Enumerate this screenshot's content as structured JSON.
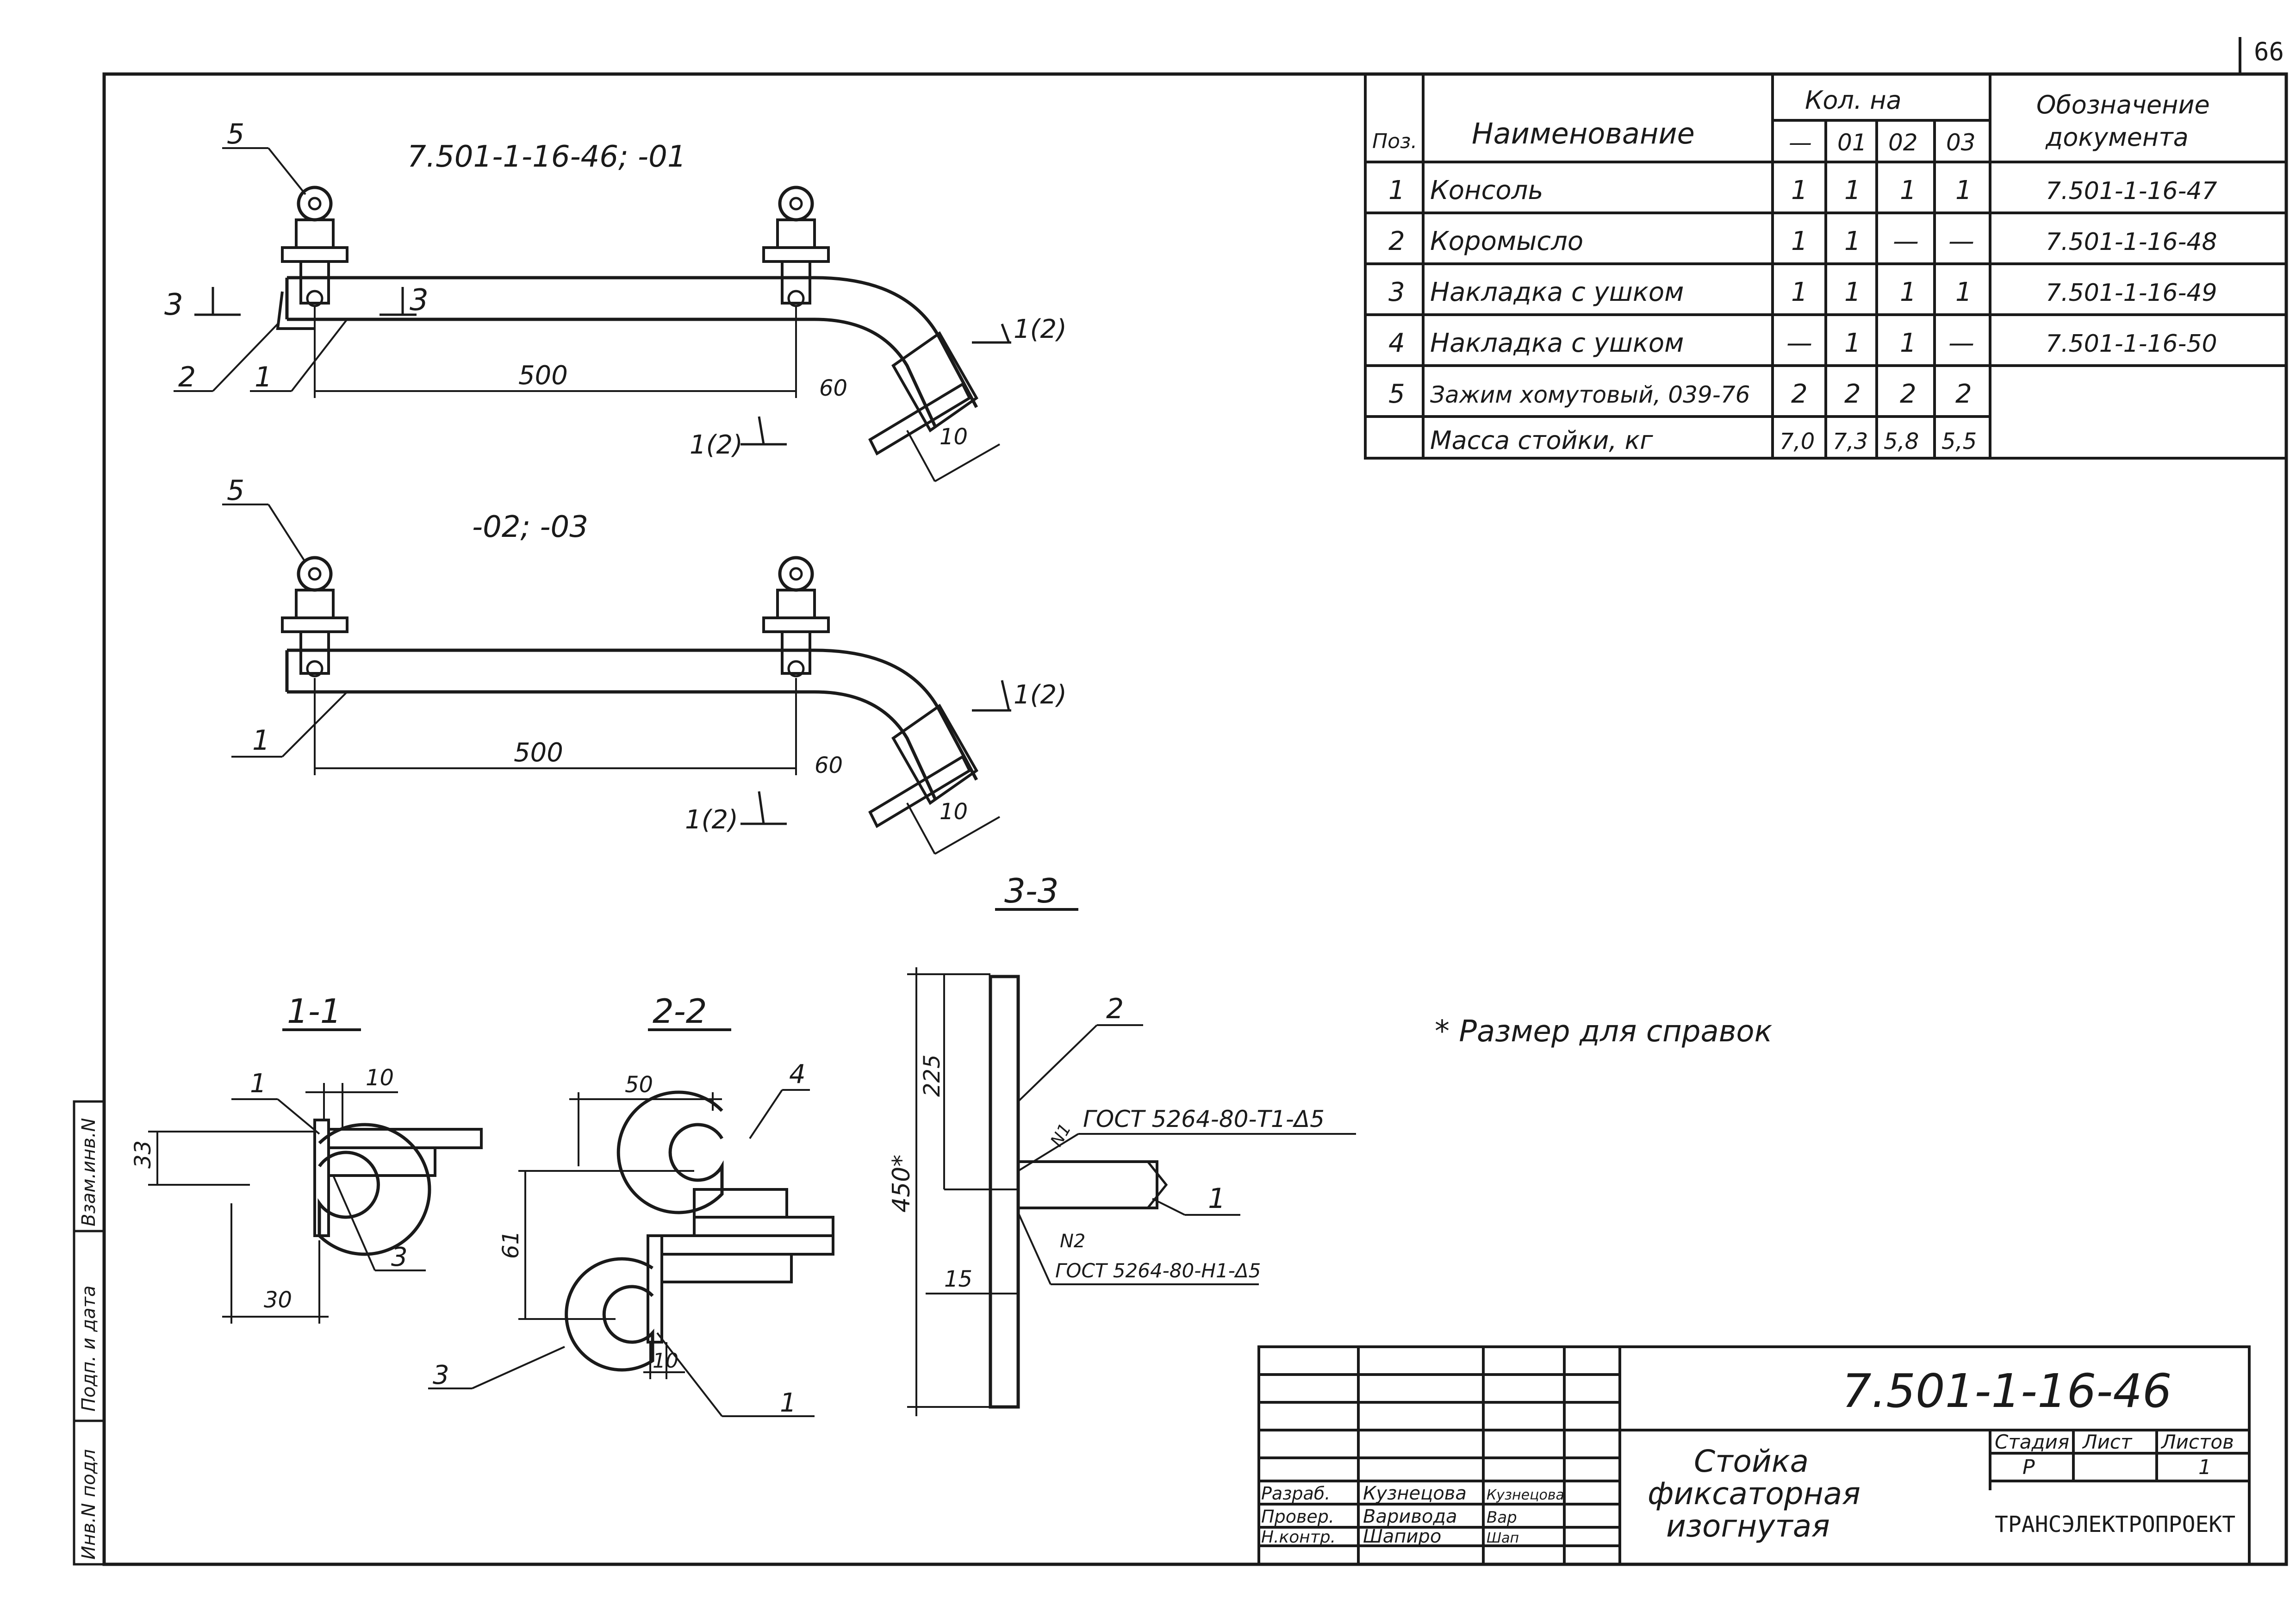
{
  "sheet_number": "66",
  "drawings": {
    "top_variant_label": "7.501-1-16-46; -01",
    "bottom_variant_label": "-02; -03",
    "dim_500": "500",
    "dim_60": "60",
    "dim_10": "10",
    "section_arrow_label": "1(2)",
    "section_3_label": "3",
    "pos_5": "5",
    "pos_2": "2",
    "pos_1": "1",
    "pos_3": "3",
    "pos_4": "4"
  },
  "sections": {
    "s11": {
      "title": "1-1",
      "dim_10": "10",
      "dim_33": "33",
      "dim_30": "30"
    },
    "s22": {
      "title": "2-2",
      "dim_50": "50",
      "dim_61": "61",
      "dim_10": "10"
    },
    "s33": {
      "title": "3-3",
      "dim_225": "225",
      "dim_450": "450*",
      "dim_15": "15",
      "weld_1": "ГОСТ 5264-80-Т1-Δ5",
      "weld_2": "ГОСТ 5264-80-Н1-Δ5",
      "n1": "N1",
      "n2": "N2"
    }
  },
  "note": "* Размер для справок",
  "spec_table": {
    "headers": {
      "pos": "Поз.",
      "name": "Наименование",
      "qty": "Кол. на",
      "doc_line1": "Обозначение",
      "doc_line2": "документа"
    },
    "sub_headers": [
      "—",
      "01",
      "02",
      "03"
    ],
    "rows": [
      {
        "pos": "1",
        "name": "Консоль",
        "q": [
          "1",
          "1",
          "1",
          "1"
        ],
        "doc": "7.501-1-16-47"
      },
      {
        "pos": "2",
        "name": "Коромысло",
        "q": [
          "1",
          "1",
          "—",
          "—"
        ],
        "doc": "7.501-1-16-48"
      },
      {
        "pos": "3",
        "name": "Накладка с ушком",
        "q": [
          "1",
          "1",
          "1",
          "1"
        ],
        "doc": "7.501-1-16-49"
      },
      {
        "pos": "4",
        "name": "Накладка с ушком",
        "q": [
          "—",
          "1",
          "1",
          "—"
        ],
        "doc": "7.501-1-16-50"
      },
      {
        "pos": "5",
        "name": "Зажим хомутовый, 039-76",
        "q": [
          "2",
          "2",
          "2",
          "2"
        ],
        "doc": ""
      },
      {
        "pos": "",
        "name": "Масса стойки, кг",
        "q": [
          "7,0",
          "7,3",
          "5,8",
          "5,5"
        ],
        "doc": ""
      }
    ]
  },
  "title_block": {
    "doc_number": "7.501-1-16-46",
    "title_lines": [
      "Стойка",
      "фиксаторная",
      "изогнутая"
    ],
    "stage_label": "Стадия",
    "sheet_label": "Лист",
    "sheets_label": "Листов",
    "stage": "Р",
    "sheets": "1",
    "organization": "ТРАНСЭЛЕКТРОПРОЕКТ",
    "roles": [
      {
        "role": "Разраб.",
        "name": "Кузнецова",
        "sign": "Кузнецова"
      },
      {
        "role": "Провер.",
        "name": "Варивода",
        "sign": "Вар"
      },
      {
        "role": "Н.контр.",
        "name": "Шапиро",
        "sign": "Шап"
      }
    ]
  },
  "side_stamp": [
    "Взам.инв.N",
    "Подп. и дата",
    "Инв.N подл"
  ]
}
